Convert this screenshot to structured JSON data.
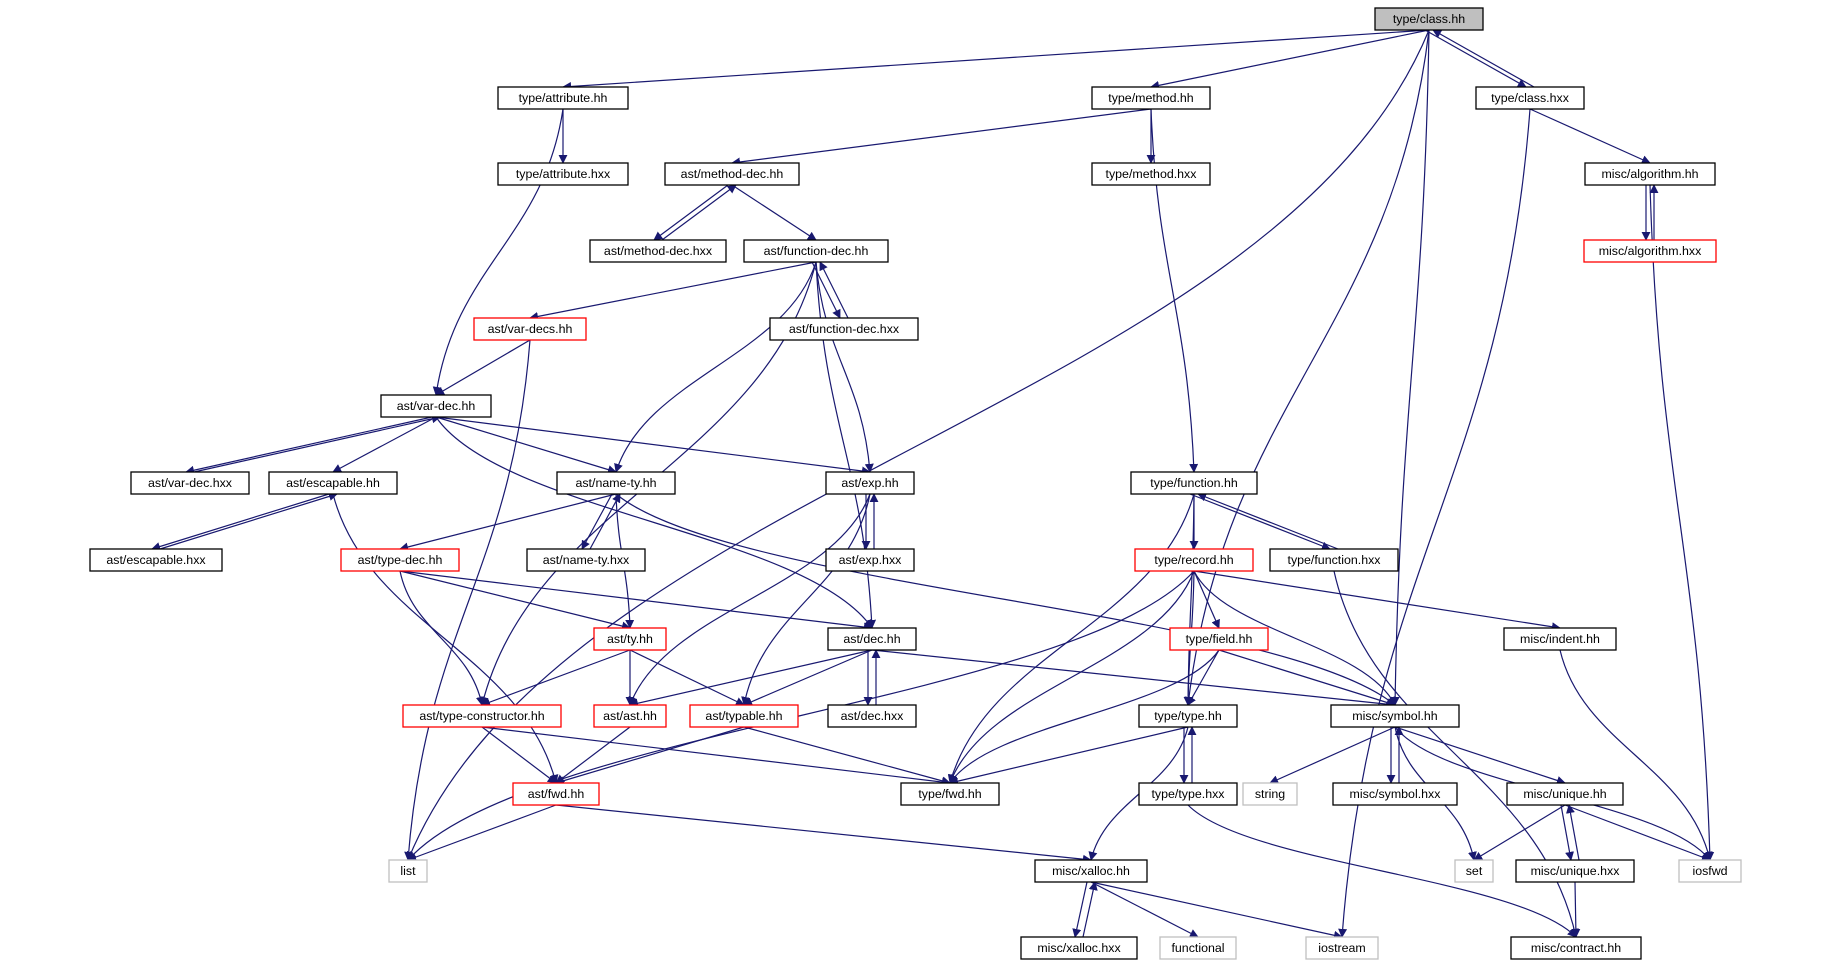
{
  "graph": {
    "colors": {
      "edge": "#191970",
      "root_fill": "#bfbfbf",
      "normal_border": "#000000",
      "truncated_border": "#ff0000",
      "system_border": "#bfbfbf"
    },
    "nodes": [
      {
        "id": "n_class_hh",
        "label": "type/class.hh",
        "kind": "root"
      },
      {
        "id": "n_attribute_hh",
        "label": "type/attribute.hh",
        "kind": "normal"
      },
      {
        "id": "n_method_hh",
        "label": "type/method.hh",
        "kind": "normal"
      },
      {
        "id": "n_class_hxx",
        "label": "type/class.hxx",
        "kind": "normal"
      },
      {
        "id": "n_attribute_hxx",
        "label": "type/attribute.hxx",
        "kind": "normal"
      },
      {
        "id": "n_ast_method_dec_hh",
        "label": "ast/method-dec.hh",
        "kind": "normal"
      },
      {
        "id": "n_method_hxx",
        "label": "type/method.hxx",
        "kind": "normal"
      },
      {
        "id": "n_algorithm_hh",
        "label": "misc/algorithm.hh",
        "kind": "normal"
      },
      {
        "id": "n_ast_method_dec_hxx",
        "label": "ast/method-dec.hxx",
        "kind": "normal"
      },
      {
        "id": "n_ast_function_dec_hh",
        "label": "ast/function-dec.hh",
        "kind": "normal"
      },
      {
        "id": "n_algorithm_hxx",
        "label": "misc/algorithm.hxx",
        "kind": "truncated"
      },
      {
        "id": "n_ast_var_decs_hh",
        "label": "ast/var-decs.hh",
        "kind": "truncated"
      },
      {
        "id": "n_ast_function_dec_hxx",
        "label": "ast/function-dec.hxx",
        "kind": "normal"
      },
      {
        "id": "n_ast_var_dec_hh",
        "label": "ast/var-dec.hh",
        "kind": "normal"
      },
      {
        "id": "n_ast_var_dec_hxx",
        "label": "ast/var-dec.hxx",
        "kind": "normal"
      },
      {
        "id": "n_ast_escapable_hh",
        "label": "ast/escapable.hh",
        "kind": "normal"
      },
      {
        "id": "n_ast_name_ty_hh",
        "label": "ast/name-ty.hh",
        "kind": "normal"
      },
      {
        "id": "n_ast_exp_hh",
        "label": "ast/exp.hh",
        "kind": "normal"
      },
      {
        "id": "n_type_function_hh",
        "label": "type/function.hh",
        "kind": "normal"
      },
      {
        "id": "n_ast_escapable_hxx",
        "label": "ast/escapable.hxx",
        "kind": "normal"
      },
      {
        "id": "n_ast_name_ty_hxx",
        "label": "ast/name-ty.hxx",
        "kind": "normal"
      },
      {
        "id": "n_ast_exp_hxx",
        "label": "ast/exp.hxx",
        "kind": "normal"
      },
      {
        "id": "n_ast_type_dec_hh",
        "label": "ast/type-dec.hh",
        "kind": "truncated"
      },
      {
        "id": "n_type_record_hh",
        "label": "type/record.hh",
        "kind": "truncated"
      },
      {
        "id": "n_type_function_hxx",
        "label": "type/function.hxx",
        "kind": "normal"
      },
      {
        "id": "n_ast_ty_hh",
        "label": "ast/ty.hh",
        "kind": "truncated"
      },
      {
        "id": "n_ast_dec_hh",
        "label": "ast/dec.hh",
        "kind": "normal"
      },
      {
        "id": "n_type_field_hh",
        "label": "type/field.hh",
        "kind": "truncated"
      },
      {
        "id": "n_misc_indent_hh",
        "label": "misc/indent.hh",
        "kind": "normal"
      },
      {
        "id": "n_ast_type_constructor_hh",
        "label": "ast/type-constructor.hh",
        "kind": "truncated"
      },
      {
        "id": "n_ast_ast_hh",
        "label": "ast/ast.hh",
        "kind": "truncated"
      },
      {
        "id": "n_ast_typable_hh",
        "label": "ast/typable.hh",
        "kind": "truncated"
      },
      {
        "id": "n_ast_dec_hxx",
        "label": "ast/dec.hxx",
        "kind": "normal"
      },
      {
        "id": "n_type_type_hh",
        "label": "type/type.hh",
        "kind": "normal"
      },
      {
        "id": "n_misc_symbol_hh",
        "label": "misc/symbol.hh",
        "kind": "normal"
      },
      {
        "id": "n_ast_fwd_hh",
        "label": "ast/fwd.hh",
        "kind": "truncated"
      },
      {
        "id": "n_type_fwd_hh",
        "label": "type/fwd.hh",
        "kind": "normal"
      },
      {
        "id": "n_type_type_hxx",
        "label": "type/type.hxx",
        "kind": "normal"
      },
      {
        "id": "n_string",
        "label": "string",
        "kind": "system"
      },
      {
        "id": "n_misc_symbol_hxx",
        "label": "misc/symbol.hxx",
        "kind": "normal"
      },
      {
        "id": "n_misc_unique_hh",
        "label": "misc/unique.hh",
        "kind": "normal"
      },
      {
        "id": "n_list",
        "label": "list",
        "kind": "system"
      },
      {
        "id": "n_misc_xalloc_hh",
        "label": "misc/xalloc.hh",
        "kind": "normal"
      },
      {
        "id": "n_set",
        "label": "set",
        "kind": "system"
      },
      {
        "id": "n_misc_unique_hxx",
        "label": "misc/unique.hxx",
        "kind": "normal"
      },
      {
        "id": "n_iosfwd",
        "label": "iosfwd",
        "kind": "system"
      },
      {
        "id": "n_misc_xalloc_hxx",
        "label": "misc/xalloc.hxx",
        "kind": "normal"
      },
      {
        "id": "n_functional",
        "label": "functional",
        "kind": "system"
      },
      {
        "id": "n_iostream",
        "label": "iostream",
        "kind": "system"
      },
      {
        "id": "n_misc_contract_hh",
        "label": "misc/contract.hh",
        "kind": "normal"
      }
    ]
  }
}
